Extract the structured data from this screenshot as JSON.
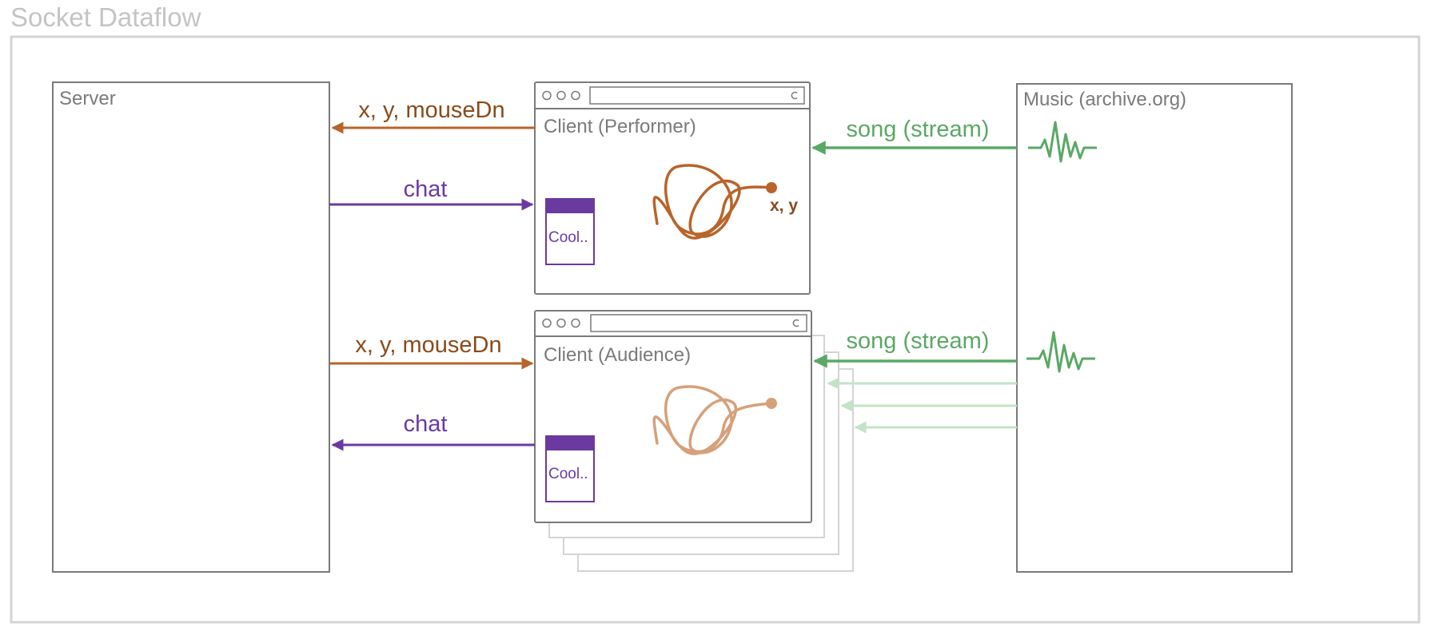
{
  "title": "Socket Dataflow",
  "server": {
    "label": "Server"
  },
  "music": {
    "label": "Music (archive.org)"
  },
  "performer": {
    "label": "Client (Performer)",
    "chat_preview": "Cool..",
    "pointer_label": "x, y"
  },
  "audience": {
    "label": "Client (Audience)",
    "chat_preview": "Cool.."
  },
  "arrows": {
    "performer_to_server": "x, y, mouseDn",
    "server_to_performer": "chat",
    "server_to_audience": "x, y, mouseDn",
    "audience_to_server": "chat",
    "music_to_performer": "song (stream)",
    "music_to_audience": "song (stream)"
  },
  "colors": {
    "orange": "#b8642a",
    "orange_label": "#8a4a1a",
    "purple": "#6b3aa0",
    "green": "#5aa865",
    "green_faded": "#c3e3c7",
    "box_border": "#7a7a7a",
    "frame_border": "#d4d4d4"
  },
  "icons": {
    "window_controls": "three-circle-window-dots",
    "reload": "reload-icon",
    "audio": "audio-waveform-icon",
    "scribble": "mouse-scribble-path",
    "chat_window": "chat-window-icon"
  }
}
